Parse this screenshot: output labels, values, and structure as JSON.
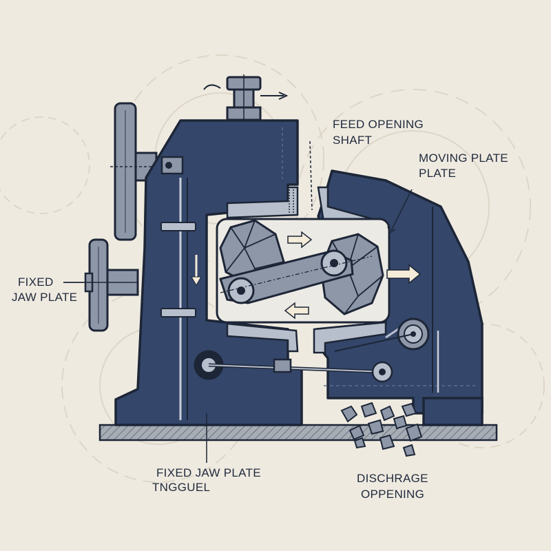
{
  "labels": {
    "feed_opening": "FEED OPENING",
    "shaft": "SHAFT",
    "moving_plate_1": "MOVING PLATE",
    "moving_plate_2": "PLATE",
    "fixed_1": "FIXED",
    "fixed_2": "JAW PLATE",
    "fixed_jaw_plate": "FIXED JAW PLATE",
    "toggle": "TNGGUEL",
    "discharge_1": "DISCHRAGE",
    "discharge_2": "OPPENING"
  },
  "colors": {
    "background": "#efeae0",
    "frame": "#34466a",
    "outline": "#1d2637",
    "steel": "#8e97a8",
    "steel_light": "#b8bfcc",
    "cavity": "#eceae4",
    "base": "#9aa0a8",
    "accent_arrow": "#f4ecd8"
  }
}
